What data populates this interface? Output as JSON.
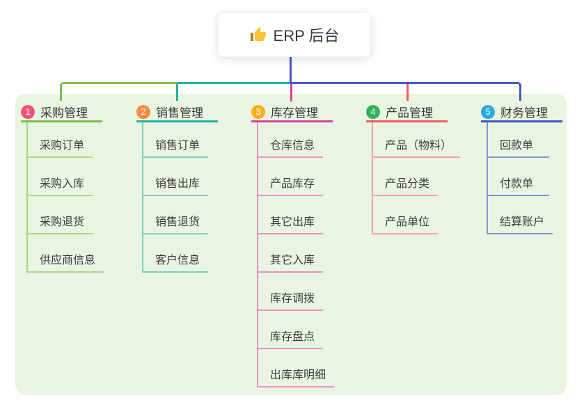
{
  "root": {
    "label": "ERP 后台",
    "icon": "thumbs-up"
  },
  "panel": {
    "bg": "#E9F5E2"
  },
  "trunk": {
    "color": "#4457C5"
  },
  "icon_colors": {
    "thumb_hand": "#F6C433",
    "thumb_cuff": "#B97A2A"
  },
  "branches": [
    {
      "index": "1",
      "label": "采购管理",
      "badge_color": "#F4527B",
      "line_color": "#7CBE4A",
      "child_line_color": "#ABD77F",
      "children": [
        "采购订单",
        "采购入库",
        "采购退货",
        "供应商信息"
      ]
    },
    {
      "index": "2",
      "label": "销售管理",
      "badge_color": "#F98B3F",
      "line_color": "#1FB3A5",
      "child_line_color": "#7DCFC4",
      "children": [
        "销售订单",
        "销售出库",
        "销售退货",
        "客户信息"
      ]
    },
    {
      "index": "3",
      "label": "库存管理",
      "badge_color": "#FBAD1D",
      "line_color": "#D8409C",
      "child_line_color": "#EE8EC6",
      "children": [
        "仓库信息",
        "产品库存",
        "其它出库",
        "其它入库",
        "库存调拨",
        "库存盘点",
        "出库库明细"
      ]
    },
    {
      "index": "4",
      "label": "产品管理",
      "badge_color": "#31B357",
      "line_color": "#F15A5A",
      "child_line_color": "#F89E9E",
      "children": [
        "产品（物料）",
        "产品分类",
        "产品单位"
      ]
    },
    {
      "index": "5",
      "label": "财务管理",
      "badge_color": "#2EAAE1",
      "line_color": "#3F56C5",
      "child_line_color": "#8295D5",
      "children": [
        "回款单",
        "付款单",
        "结算账户"
      ]
    }
  ]
}
